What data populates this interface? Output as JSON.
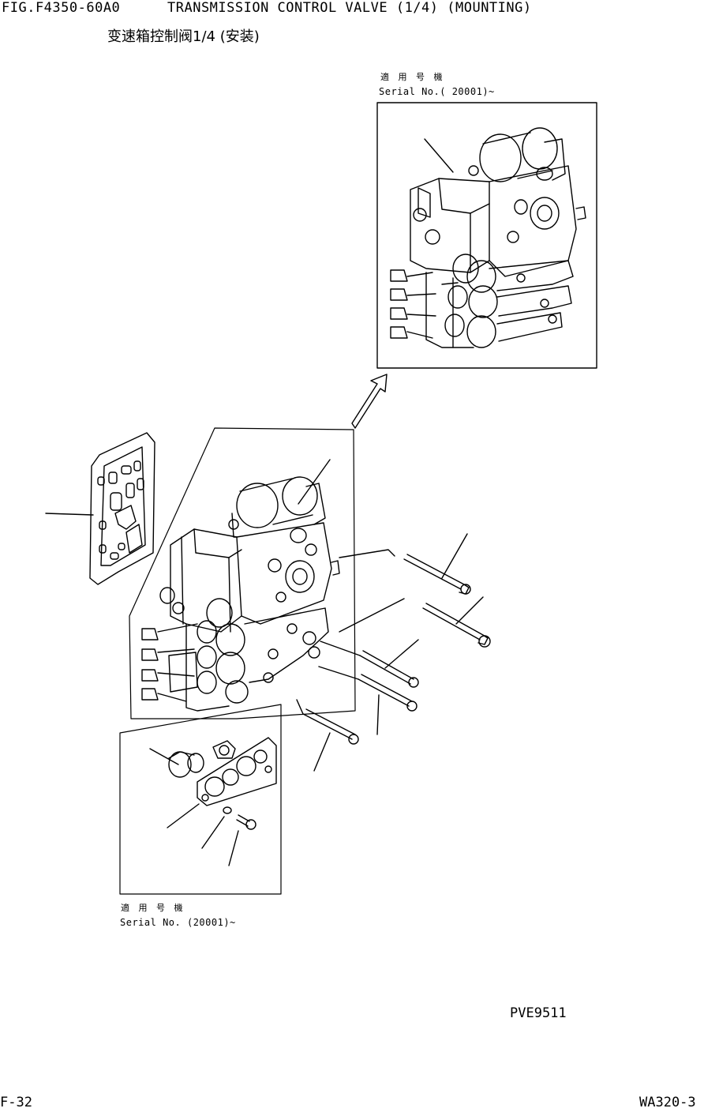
{
  "header": {
    "figure_code": "FIG.F4350-60A0",
    "title": "TRANSMISSION CONTROL VALVE (1/4) (MOUNTING)",
    "title_cn": "变速箱控制阀1/4 (安装)"
  },
  "insets": {
    "top_applicability_cn": "適 用 号 機",
    "top_serial": "Serial No.( 20001)~",
    "bottom_applicability_cn": "適 用 号 機",
    "bottom_serial": "Serial No. (20001)~"
  },
  "footer": {
    "illustration_code": "PVE9511",
    "page_number": "F-32",
    "model": "WA320-3"
  }
}
